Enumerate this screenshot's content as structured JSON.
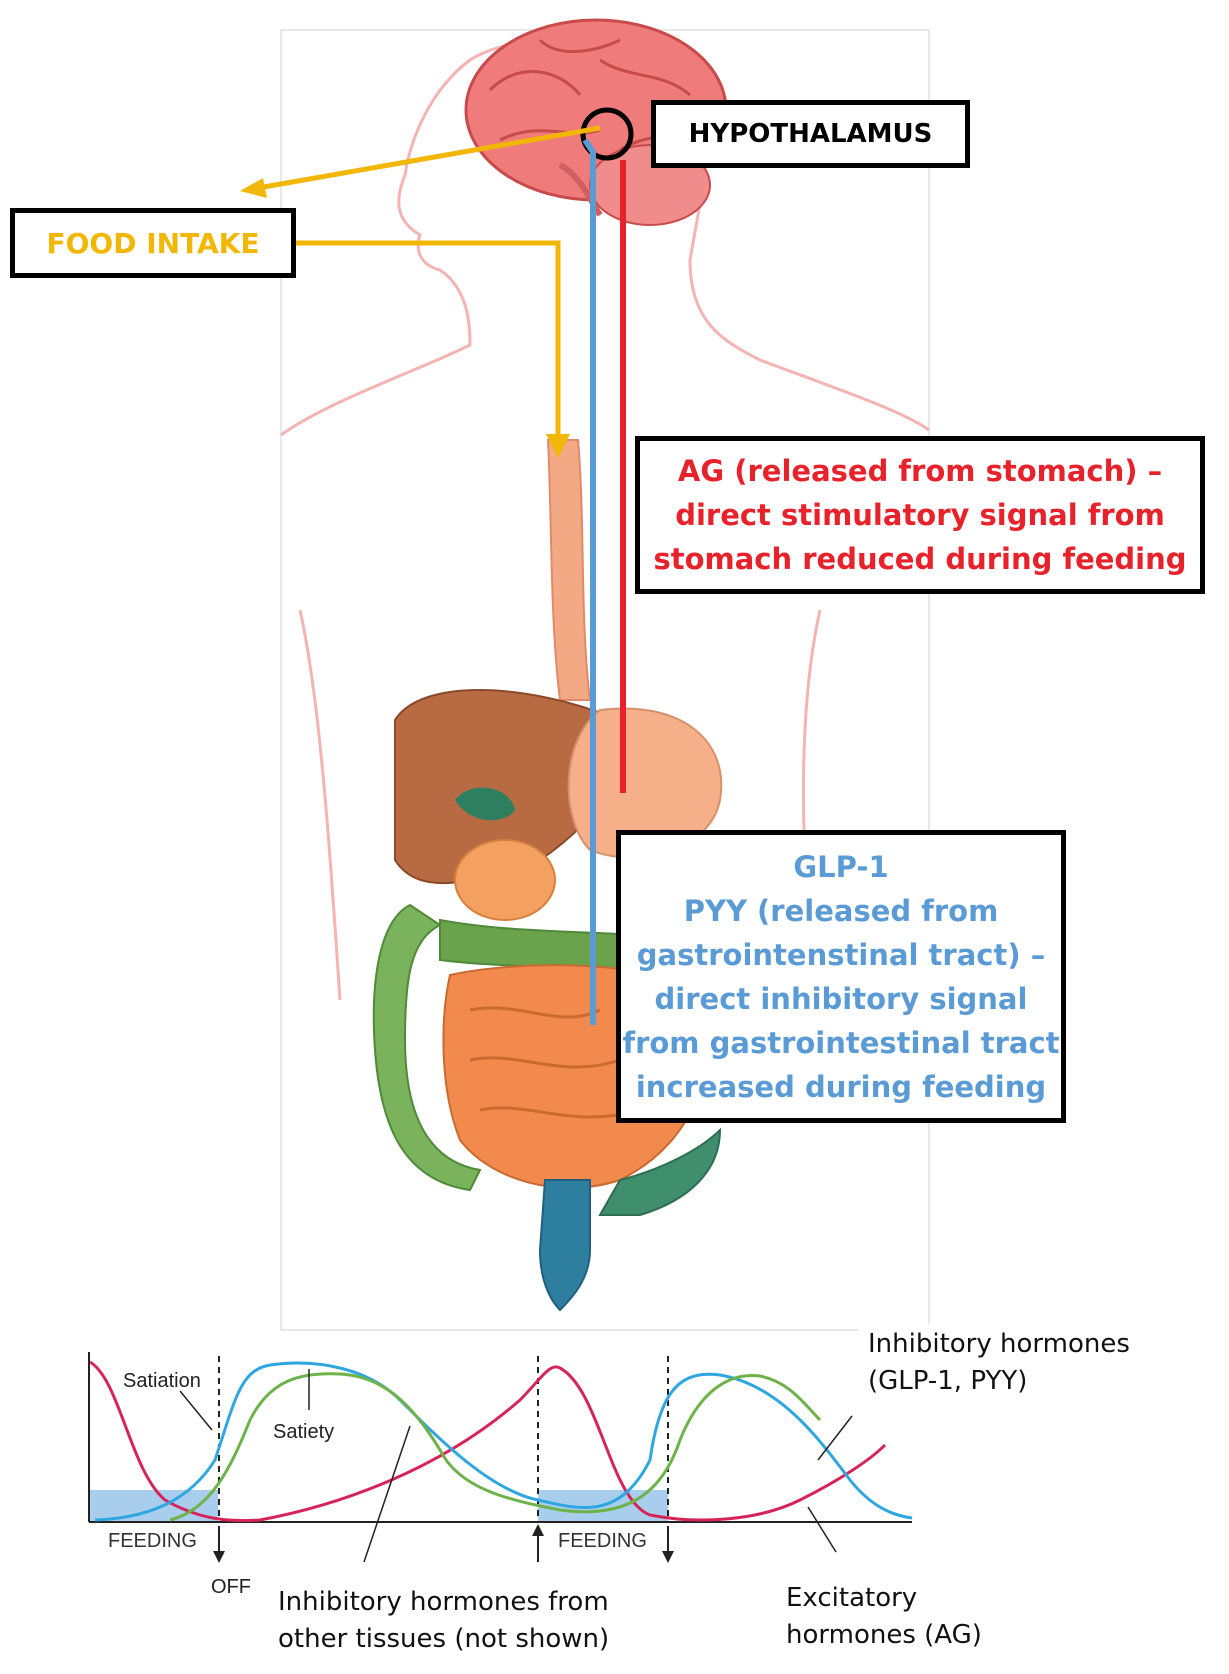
{
  "hypothalamus": {
    "label": "HYPOTHALAMUS"
  },
  "food_intake": {
    "label": "FOOD INTAKE"
  },
  "ag_box": {
    "lines": [
      "AG (released from stomach) –",
      "direct stimulatory signal from",
      "stomach reduced during feeding"
    ]
  },
  "glp_box": {
    "lines": [
      "GLP-1",
      "PYY (released from",
      "gastrointenstinal tract) –",
      "direct inhibitory signal",
      "from gastrointestinal tract",
      "increased during feeding"
    ]
  },
  "chart_labels": {
    "satiation": "Satiation",
    "satiety": "Satiety",
    "feeding_1": "FEEDING",
    "feeding_2": "FEEDING",
    "off": "OFF"
  },
  "legend_labels": {
    "inhibitory_line1": "Inhibitory hormones",
    "inhibitory_line2": "(GLP-1, PYY)",
    "other_line1": "Inhibitory hormones from",
    "other_line2": "other tissues (not shown)",
    "excitatory_line1": "Excitatory",
    "excitatory_line2": "hormones (AG)"
  },
  "colors": {
    "food_arrow": "#f2b705",
    "ag_line": "#e8222b",
    "glp_line": "#5b9bd5",
    "excitatory_curve": "#d6245a",
    "inhibitory_curve": "#2ea6e0",
    "other_curve": "#6db34a",
    "feeding_shade": "#a9cdec"
  }
}
